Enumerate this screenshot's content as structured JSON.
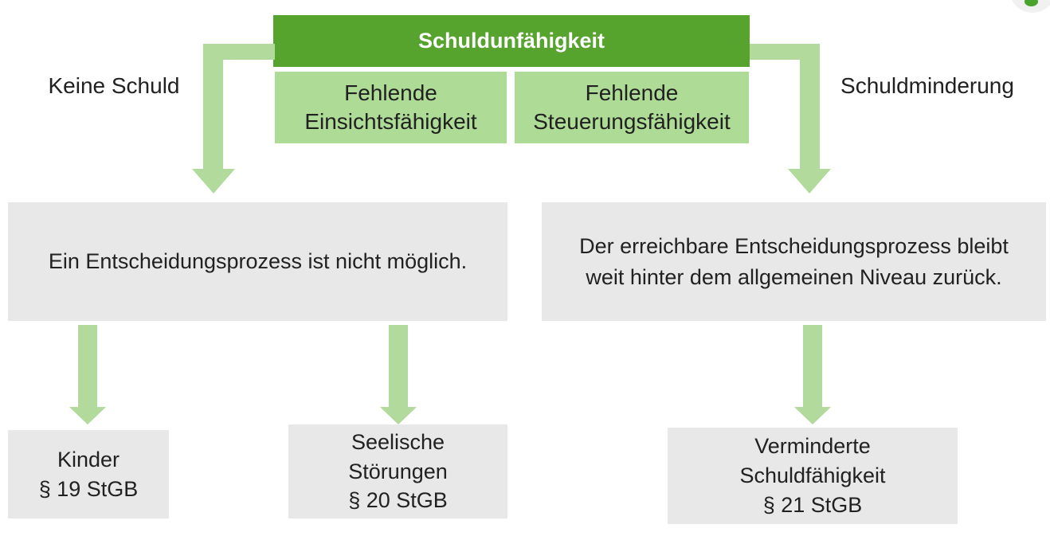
{
  "colors": {
    "dark_green": "#56a42e",
    "light_green": "#aedc96",
    "arrow_green": "#b2da9c",
    "box_gray": "#e8e8e8",
    "text_dark": "#212121",
    "header_text": "#ffffff",
    "badge_gray": "#f1f1f1",
    "badge_dot_green": "#4aa32c"
  },
  "diagram": {
    "root_label": "Schuldunfähigkeit",
    "sub_left_label": "Fehlende\nEinsichtsfähigkeit",
    "sub_right_label": "Fehlende\nSteuerungsfähigkeit",
    "side_label_left": "Keine Schuld",
    "side_label_right": "Schuldminderung",
    "mid_left_text": "Ein Entscheidungsprozess ist nicht möglich.",
    "mid_right_text": "Der erreichbare Entscheidungsprozess bleibt\nweit hinter dem allgemeinen Niveau zurück.",
    "leaf_left_text": "Kinder\n§ 19 StGB",
    "leaf_mid_text": "Seelische\nStörungen\n§ 20 StGB",
    "leaf_right_text": "Verminderte\nSchuldfähigkeit\n§ 21 StGB"
  }
}
